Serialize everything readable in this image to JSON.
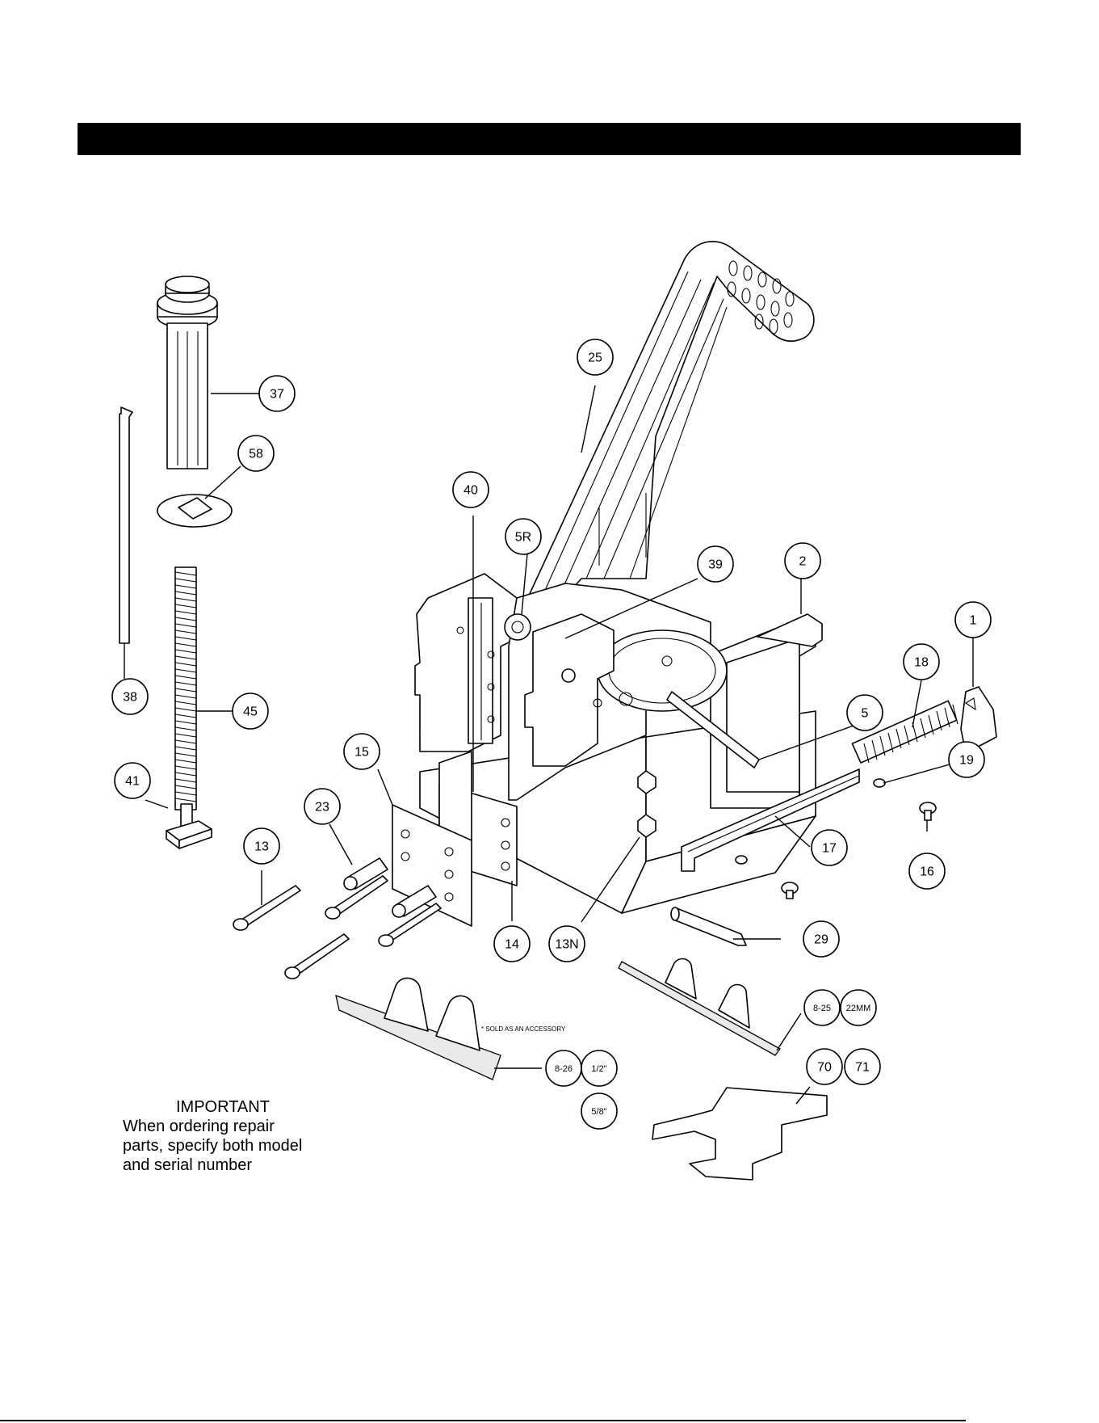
{
  "callouts": {
    "c1": "1",
    "c2": "2",
    "c5": "5",
    "c5r": "5R",
    "c13": "13",
    "c13n": "13N",
    "c14": "14",
    "c15": "15",
    "c16": "16",
    "c17": "17",
    "c18": "18",
    "c19": "19",
    "c23": "23",
    "c25": "25",
    "c29": "29",
    "c37": "37",
    "c38": "38",
    "c39": "39",
    "c40": "40",
    "c41": "41",
    "c45": "45",
    "c58": "58",
    "c825": "8-25",
    "c22mm": "22MM",
    "c826": "8-26",
    "chalf": "1/2\"",
    "cfiveeighths": "5/8\"",
    "c70": "70",
    "c71": "71"
  },
  "accessory_note": "* SOLD AS AN ACCESSORY",
  "important": {
    "title": "IMPORTANT",
    "line1": "When ordering repair",
    "line2": "parts, specify both model",
    "line3": "and serial number"
  }
}
